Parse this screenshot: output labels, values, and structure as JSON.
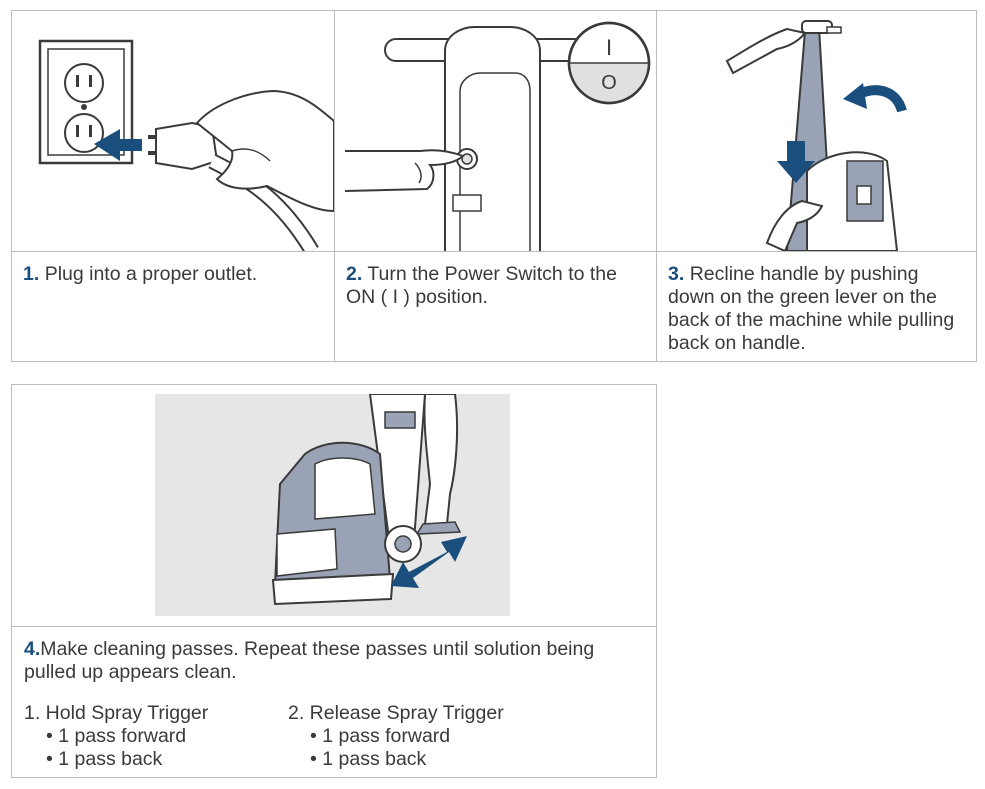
{
  "steps": [
    {
      "num": "1.",
      "text": "Plug into a proper outlet."
    },
    {
      "num": "2.",
      "text": "Turn the Power Switch to the ON ( I ) position."
    },
    {
      "num": "3.",
      "text": "Recline handle by pushing down on the green lever on the back of the machine while pulling back on handle."
    }
  ],
  "step4": {
    "num": "4.",
    "text": "Make cleaning passes. Repeat these passes until solution being pulled up appears clean.",
    "lists": [
      {
        "title": "1.  Hold Spray Trigger",
        "items": [
          "• 1 pass forward",
          "• 1 pass back"
        ]
      },
      {
        "title": "2. Release Spray Trigger",
        "items": [
          "• 1 pass forward",
          "• 1 pass back"
        ]
      }
    ]
  },
  "switch_symbols": {
    "on": "I",
    "off": "O"
  },
  "colors": {
    "accent": "#1a4f7d",
    "line": "#3a3a3a",
    "border": "#bdbdbd",
    "machine_gray": "#9aa3b5"
  }
}
